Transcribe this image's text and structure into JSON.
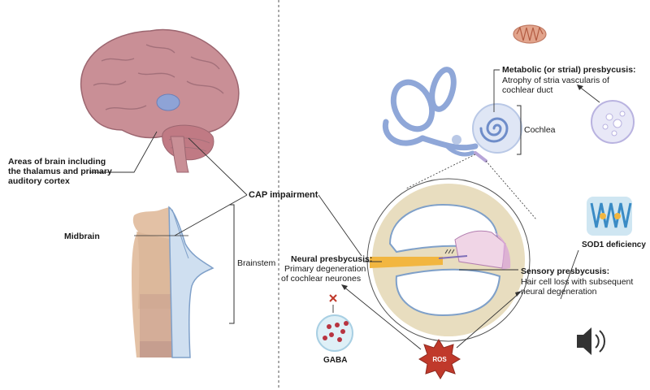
{
  "labels": {
    "brain_areas": [
      "Areas of brain including",
      "the thalamus and primary",
      "auditory cortex"
    ],
    "midbrain": "Midbrain",
    "brainstem": "Brainstem",
    "cap": "CAP impairment",
    "metabolic_title": "Metabolic (or strial) presbycusis:",
    "metabolic_desc": [
      "Atrophy of stria vascularis of",
      "cochlear duct"
    ],
    "cochlea": "Cochlea",
    "neural_title": "Neural presbycusis:",
    "neural_desc": [
      "Primary degeneration",
      "of cochlear neurones"
    ],
    "sensory_title": "Sensory presbycusis:",
    "sensory_desc": [
      "Hair cell loss with subsequent",
      "neural degeneration"
    ],
    "sod1": "SOD1 deficiency",
    "gaba": "GABA",
    "ros": "ROS"
  },
  "icons": [
    "brain-icon",
    "brainstem-icon",
    "inner-ear-icon",
    "cochlea-cross-section-icon",
    "mitochondrion-icon",
    "cell-icon",
    "sod1-protein-icon",
    "gaba-vesicle-icon",
    "ros-burst-icon",
    "speaker-icon"
  ],
  "colors": {
    "brain": "#c98f96",
    "auditory_area": "#8ea3d6",
    "inner_ear": "#8fa7d8",
    "bone": "#e8ddbf",
    "ros": "#c0392b"
  }
}
